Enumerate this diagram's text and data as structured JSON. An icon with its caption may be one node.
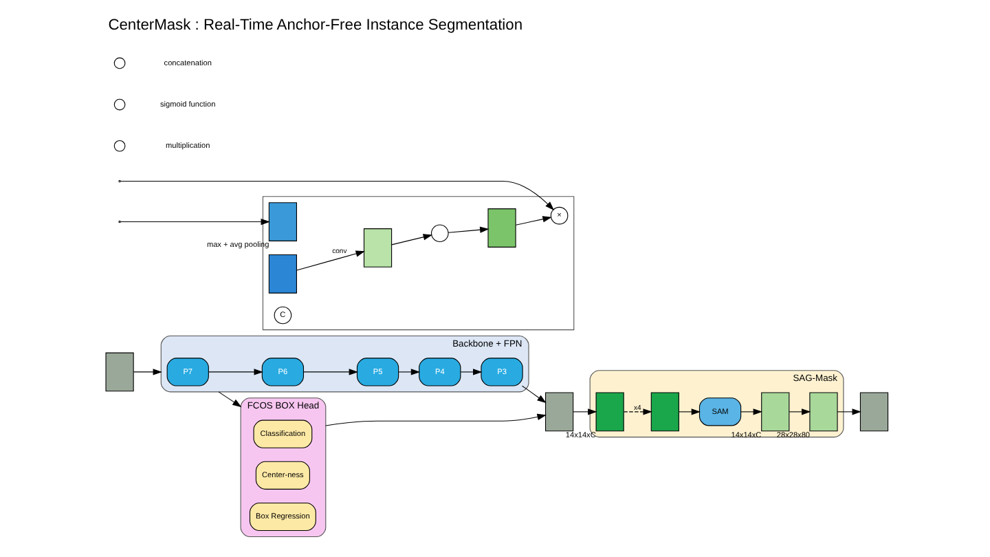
{
  "diagram": {
    "title": "CenterMask : Real-Time Anchor-Free Instance Segmentation",
    "nodes": [
      {
        "text": [],
        "shape": "box"
      },
      {
        "text": [
          "Backbone + FPN"
        ]
      },
      {
        "text": [
          "P7"
        ],
        "in": 1
      },
      {
        "text": [
          "P6"
        ],
        "in": 1
      },
      {
        "text": [
          "P5"
        ],
        "in": 1
      },
      {
        "text": [
          "P4"
        ],
        "in": 1
      },
      {
        "text": [
          "P3"
        ],
        "in": 1
      },
      {
        "text": [
          "FCOS BOX Head"
        ]
      },
      {
        "text": [
          "Classification"
        ],
        "in": 7
      },
      {
        "text": [
          "Center-ness"
        ],
        "in": 7
      },
      {
        "text": [
          "Box Regression"
        ],
        "in": 7
      },
      {
        "text": [],
        "shape": "box"
      },
      {
        "text": [
          "SAG-Mask"
        ]
      },
      {
        "text": [],
        "shape": "box",
        "in": 12,
        "beside": [
          "14x14xC"
        ]
      },
      {
        "text": [],
        "shape": "box",
        "in": 12
      },
      {
        "text": [
          "SAM"
        ],
        "in": 12
      },
      {
        "text": [],
        "shape": "box",
        "in": 12,
        "beside": [
          "14x14xC"
        ]
      },
      {
        "text": [],
        "shape": "box",
        "in": 12,
        "beside": [
          "28x28x80"
        ]
      },
      {
        "text": [],
        "shape": "box"
      },
      {
        "text": [],
        "shape": "box"
      },
      {
        "text": [],
        "shape": "box",
        "in": 19,
        "beside": [
          "max + avg pooling"
        ]
      },
      {
        "text": [],
        "shape": "box",
        "in": 19
      },
      {
        "text": [
          "C"
        ],
        "in": 19
      },
      {
        "text": [],
        "shape": "box",
        "in": 19
      },
      {
        "text": [],
        "shape": "circle",
        "in": 19
      },
      {
        "text": [],
        "shape": "box",
        "in": 19
      },
      {
        "text": [
          "×"
        ],
        "in": 19
      }
    ],
    "edges": [
      {
        "from": 0,
        "to": 1,
        "arrow": "to"
      },
      {
        "from": 2,
        "to": 3,
        "arrow": "to"
      },
      {
        "from": 3,
        "to": 4,
        "arrow": "to"
      },
      {
        "from": 4,
        "to": 5,
        "arrow": "to"
      },
      {
        "from": 5,
        "to": 6,
        "arrow": "to"
      },
      {
        "from": 6,
        "to": 11,
        "arrow": "to"
      },
      {
        "from": 1,
        "to": 7,
        "arrow": "to"
      },
      {
        "from": 7,
        "to": 11,
        "arrow": "to"
      },
      {
        "from": 11,
        "to": 13,
        "arrow": "to"
      },
      {
        "from": 13,
        "to": 14,
        "arrow": "to",
        "style": "dashed",
        "label": "x4"
      },
      {
        "from": 14,
        "to": 15,
        "arrow": "to"
      },
      {
        "from": 15,
        "to": 16,
        "arrow": "to"
      },
      {
        "from": 16,
        "to": 17,
        "arrow": "to"
      },
      {
        "from": 17,
        "to": 18,
        "arrow": "to"
      },
      {
        "from": null,
        "to": 20,
        "arrow": "to"
      },
      {
        "from": 21,
        "to": 23,
        "arrow": "to",
        "label": "conv"
      },
      {
        "from": 23,
        "to": 24,
        "arrow": "to"
      },
      {
        "from": 24,
        "to": 25,
        "arrow": "to"
      },
      {
        "from": 25,
        "to": 26,
        "arrow": "to"
      },
      {
        "from": null,
        "to": 26,
        "arrow": "to"
      }
    ],
    "legend": [
      {
        "text": "concatenation"
      },
      {
        "text": "sigmoid function"
      },
      {
        "text": "multiplication"
      }
    ]
  }
}
